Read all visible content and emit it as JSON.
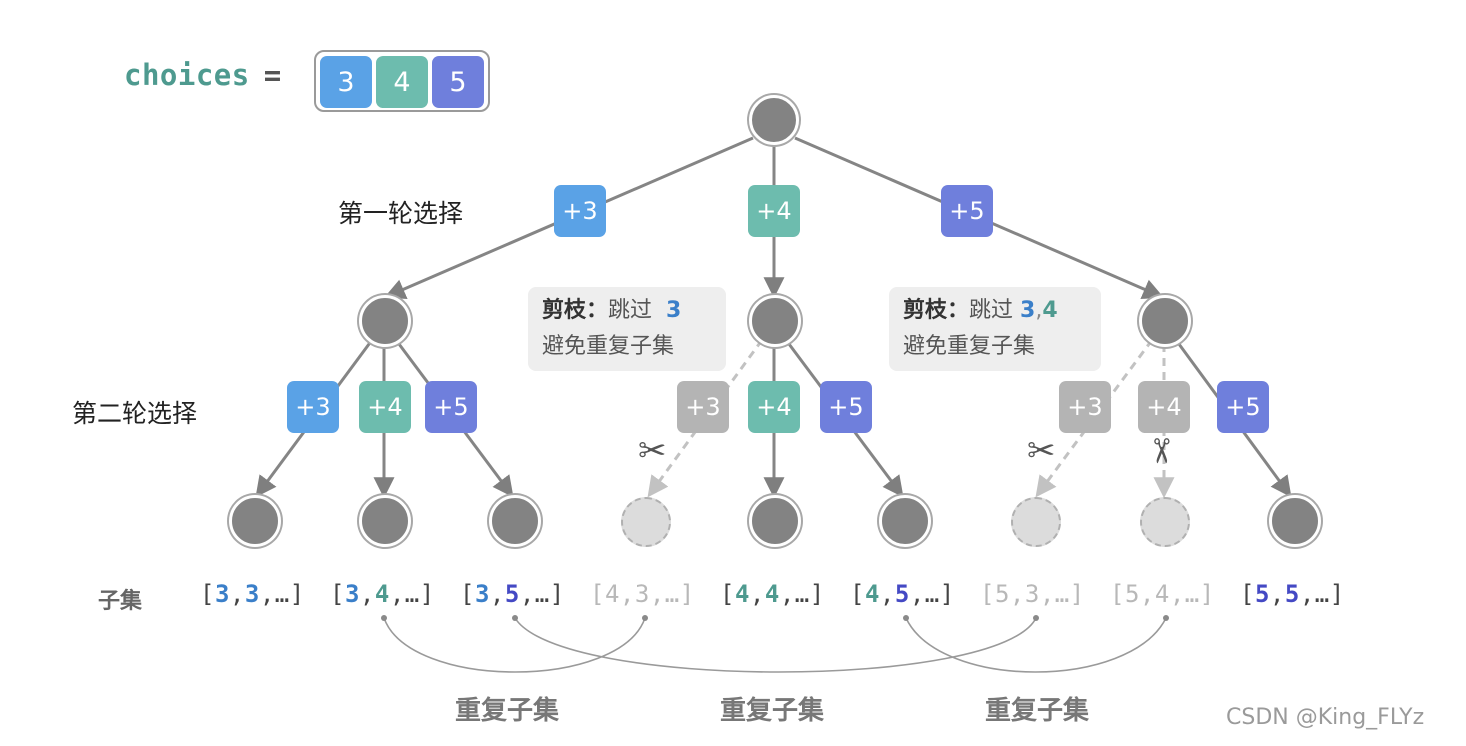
{
  "choices": {
    "label": "choices",
    "equals": "=",
    "values": [
      "3",
      "4",
      "5"
    ]
  },
  "rounds": {
    "first": "第一轮选择",
    "second": "第二轮选择"
  },
  "ops": {
    "plus3": "+3",
    "plus4": "+4",
    "plus5": "+5"
  },
  "notes": {
    "left": {
      "title": "剪枝：",
      "skip": "跳过",
      "nums": [
        "3"
      ],
      "line2": "避免重复子集"
    },
    "right": {
      "title": "剪枝：",
      "skip": "跳过",
      "nums": [
        "3",
        "4"
      ],
      "line2": "避免重复子集"
    }
  },
  "subsets_label": "子集",
  "subsets": [
    {
      "a": "3",
      "b": "3",
      "dim": false
    },
    {
      "a": "3",
      "b": "4",
      "dim": false
    },
    {
      "a": "3",
      "b": "5",
      "dim": false
    },
    {
      "a": "4",
      "b": "3",
      "dim": true
    },
    {
      "a": "4",
      "b": "4",
      "dim": false
    },
    {
      "a": "4",
      "b": "5",
      "dim": false
    },
    {
      "a": "5",
      "b": "3",
      "dim": true
    },
    {
      "a": "5",
      "b": "4",
      "dim": true
    },
    {
      "a": "5",
      "b": "5",
      "dim": false
    }
  ],
  "duplicate_label": "重复子集",
  "watermark": "CSDN @King_FLYz",
  "colors": {
    "c3": "#5aa2e6",
    "c4": "#6dbcae",
    "c5": "#6f7fdc",
    "pruned": "#b4b4b4"
  }
}
